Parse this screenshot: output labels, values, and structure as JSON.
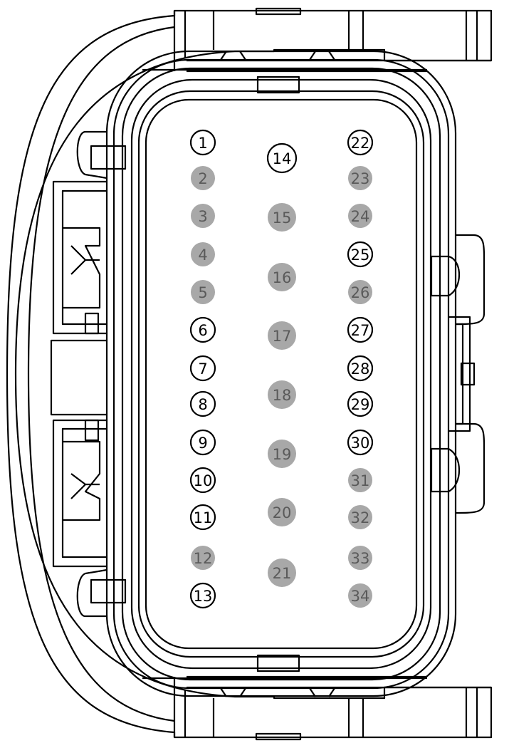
{
  "connector": {
    "colors": {
      "outline": "#000000",
      "background": "#ffffff",
      "pin_empty_fill": "#ffffff",
      "pin_empty_stroke": "#000000",
      "pin_empty_text": "#000000",
      "pin_filled_fill": "#a8a8a8",
      "pin_filled_text": "#5a5a5a"
    },
    "pins": [
      {
        "label": "1",
        "filled": false
      },
      {
        "label": "2",
        "filled": true
      },
      {
        "label": "3",
        "filled": true
      },
      {
        "label": "4",
        "filled": true
      },
      {
        "label": "5",
        "filled": true
      },
      {
        "label": "6",
        "filled": false
      },
      {
        "label": "7",
        "filled": false
      },
      {
        "label": "8",
        "filled": false
      },
      {
        "label": "9",
        "filled": false
      },
      {
        "label": "10",
        "filled": false
      },
      {
        "label": "11",
        "filled": false
      },
      {
        "label": "12",
        "filled": true
      },
      {
        "label": "13",
        "filled": false
      },
      {
        "label": "14",
        "filled": false
      },
      {
        "label": "15",
        "filled": true
      },
      {
        "label": "16",
        "filled": true
      },
      {
        "label": "17",
        "filled": true
      },
      {
        "label": "18",
        "filled": true
      },
      {
        "label": "19",
        "filled": true
      },
      {
        "label": "20",
        "filled": true
      },
      {
        "label": "21",
        "filled": true
      },
      {
        "label": "22",
        "filled": false
      },
      {
        "label": "23",
        "filled": true
      },
      {
        "label": "24",
        "filled": true
      },
      {
        "label": "25",
        "filled": false
      },
      {
        "label": "26",
        "filled": true
      },
      {
        "label": "27",
        "filled": false
      },
      {
        "label": "28",
        "filled": false
      },
      {
        "label": "29",
        "filled": false
      },
      {
        "label": "30",
        "filled": false
      },
      {
        "label": "31",
        "filled": true
      },
      {
        "label": "32",
        "filled": true
      },
      {
        "label": "33",
        "filled": true
      },
      {
        "label": "34",
        "filled": true
      }
    ]
  }
}
